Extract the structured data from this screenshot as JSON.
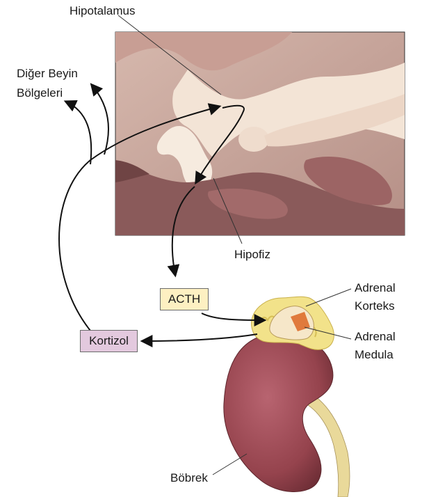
{
  "labels": {
    "hypothalamus": "Hipotalamus",
    "other_brain_line1": "Diğer Beyin",
    "other_brain_line2": "Bölgeleri",
    "pituitary": "Hipofiz",
    "acth": "ACTH",
    "cortisol": "Kortizol",
    "adrenal_cortex_line1": "Adrenal",
    "adrenal_cortex_line2": "Korteks",
    "adrenal_medulla_line1": "Adrenal",
    "adrenal_medulla_line2": "Medula",
    "kidney": "Böbrek"
  },
  "colors": {
    "acth_box": "#fdf0c2",
    "cortisol_box": "#e3c9de",
    "brain_light": "#f3e4d6",
    "brain_dark": "#8a5a5a",
    "kidney": "#9a4a52",
    "adrenal_cortex": "#f2e28a",
    "adrenal_medulla": "#e07a3c"
  }
}
